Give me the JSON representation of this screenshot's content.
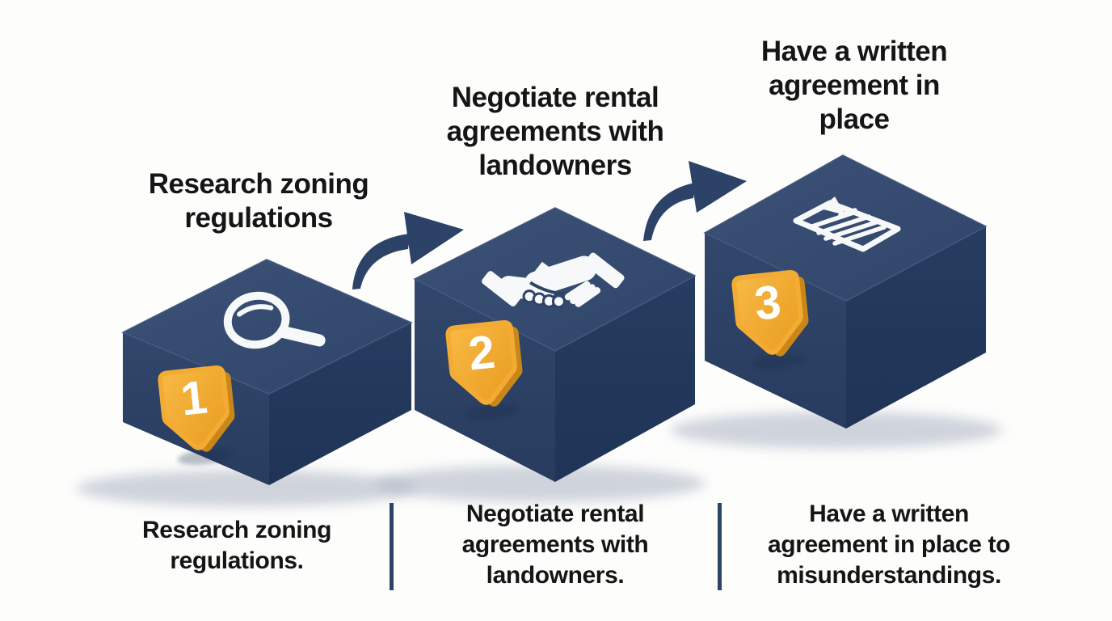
{
  "infographic": {
    "type": "three-step-process",
    "background": "#fdfdfc"
  },
  "steps": [
    {
      "number": "1",
      "title": "Research zoning\nregulations",
      "caption": "Research zoning\nregulations.",
      "icon": "magnifier-icon"
    },
    {
      "number": "2",
      "title": "Negotiate rental\nagreements with\nlandowners",
      "caption": "Negotiate rental\nagreements with\nlandowners.",
      "icon": "handshake-icon"
    },
    {
      "number": "3",
      "title": "Have a written\nagreement in\nplace",
      "caption": "Have a written\nagreement in place to\nmisunderstandings.",
      "icon": "document-icon"
    }
  ],
  "colors": {
    "box_top": "#34496d",
    "box_left": "#2c4266",
    "box_front": "#233a5e",
    "badge_orange": "#f0a630",
    "badge_side": "#c9871a",
    "arrow_navy": "#2c4267",
    "divider_navy": "#2d4368",
    "icon_white": "#ffffff",
    "text_dark": "#151515"
  }
}
